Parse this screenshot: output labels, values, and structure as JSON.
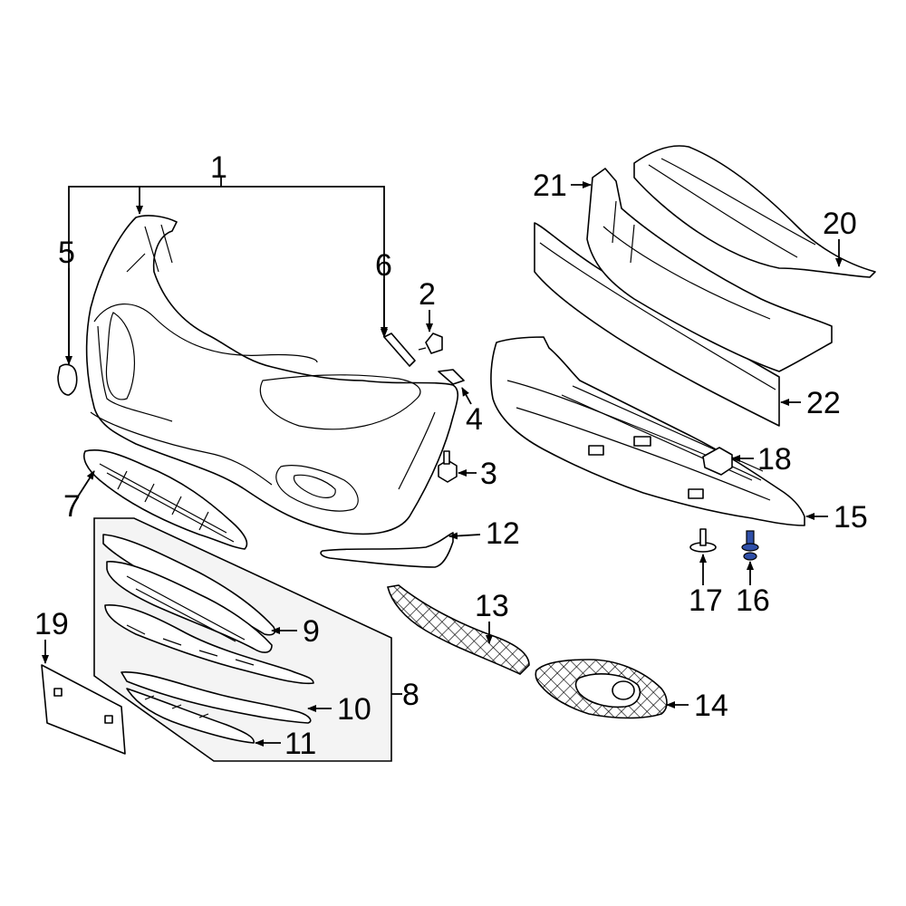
{
  "callouts": {
    "c1": "1",
    "c2": "2",
    "c3": "3",
    "c4": "4",
    "c5": "5",
    "c6": "6",
    "c7": "7",
    "c8": "8",
    "c9": "9",
    "c10": "10",
    "c11": "11",
    "c12": "12",
    "c13": "13",
    "c14": "14",
    "c15": "15",
    "c16": "16",
    "c17": "17",
    "c18": "18",
    "c19": "19",
    "c20": "20",
    "c21": "21",
    "c22": "22"
  },
  "colors": {
    "line": "#000000",
    "highlight": "#2f4fa8",
    "kit_fill": "#f4f4f4"
  }
}
